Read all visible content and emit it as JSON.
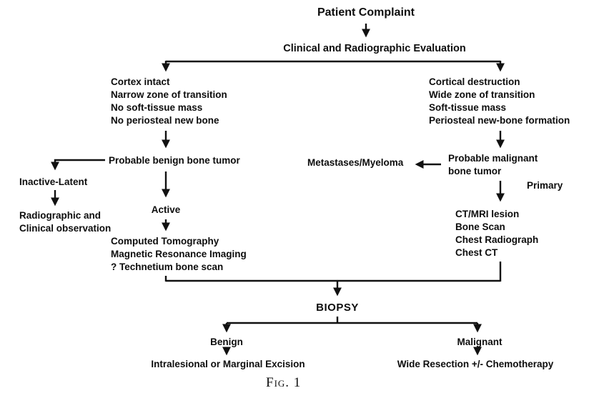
{
  "figure": {
    "caption": "Fig. 1",
    "nodes": {
      "patient_complaint": "Patient Complaint",
      "evaluation": "Clinical and Radiographic Evaluation",
      "benign_criteria": [
        "Cortex intact",
        "Narrow zone of transition",
        "No soft-tissue mass",
        "No periosteal new bone"
      ],
      "malignant_criteria": [
        "Cortical destruction",
        "Wide zone of transition",
        "Soft-tissue mass",
        "Periosteal new-bone formation"
      ],
      "probable_benign": "Probable benign bone tumor",
      "inactive_latent": "Inactive-Latent",
      "observation": [
        "Radiographic and",
        "Clinical observation"
      ],
      "active": "Active",
      "imaging": [
        "Computed Tomography",
        "Magnetic Resonance Imaging",
        "? Technetium bone scan"
      ],
      "metastases": "Metastases/Myeloma",
      "probable_malignant": [
        "Probable malignant",
        "bone tumor"
      ],
      "primary": "Primary",
      "malignant_workup": [
        "CT/MRI lesion",
        "Bone Scan",
        "Chest Radiograph",
        "Chest CT"
      ],
      "biopsy": "BIOPSY",
      "benign": "Benign",
      "malignant": "Malignant",
      "benign_outcome": "Intralesional or Marginal Excision",
      "malignant_outcome": "Wide Resection +/- Chemotherapy"
    },
    "line_color": "#111111"
  }
}
